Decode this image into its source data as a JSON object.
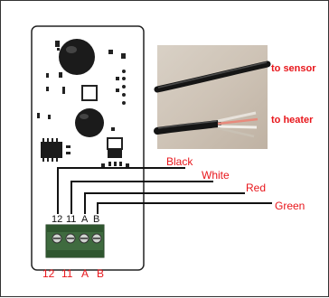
{
  "photo": {
    "label_sensor": "to sensor",
    "label_heater": "to heater"
  },
  "wires": [
    {
      "name": "Black",
      "color": "#e8161b"
    },
    {
      "name": "White",
      "color": "#e8161b"
    },
    {
      "name": "Red",
      "color": "#e8161b"
    },
    {
      "name": "Green",
      "color": "#e8161b"
    }
  ],
  "terminal_top_labels": [
    "12",
    "11",
    "A",
    "B"
  ],
  "terminal_bottom_labels": [
    "12",
    "11",
    "A",
    "B"
  ],
  "colors": {
    "board": "#ffffff",
    "outline": "#222222",
    "label_red": "#e8161b",
    "terminal_green": "#3f6b3f"
  }
}
